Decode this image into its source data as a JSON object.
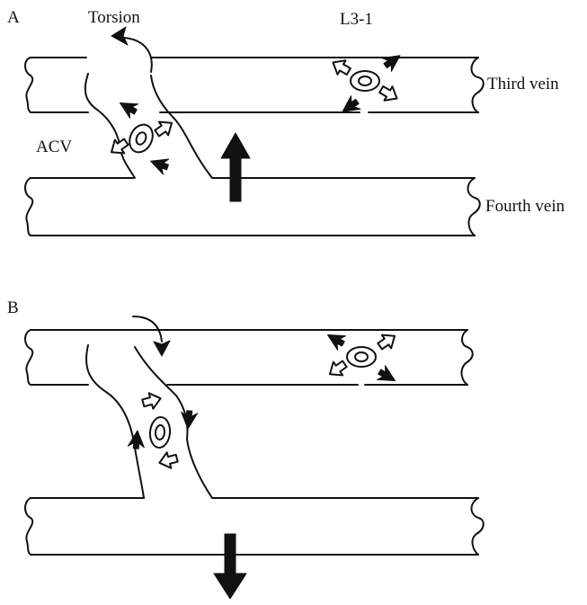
{
  "panels": [
    {
      "letter": "A",
      "labels": {
        "torsion": "Torsion",
        "sensillum": "L3-1",
        "third_vein": "Third vein",
        "fourth_vein": "Fourth vein",
        "crossvein": "ACV"
      },
      "crossvein_force": "up"
    },
    {
      "letter": "B",
      "labels": {},
      "crossvein_force": "down"
    }
  ],
  "icons": {
    "force_arrow": "thick-black-arrow-icon",
    "compression_arrow": "solid-arrowhead-icon",
    "tension_arrow": "hollow-arrowhead-icon",
    "sensillum": "campaniform-sensillum-icon",
    "torsion_arrow": "curved-arrow-icon"
  },
  "colors": {
    "ink": "#111111",
    "background": "#ffffff"
  }
}
